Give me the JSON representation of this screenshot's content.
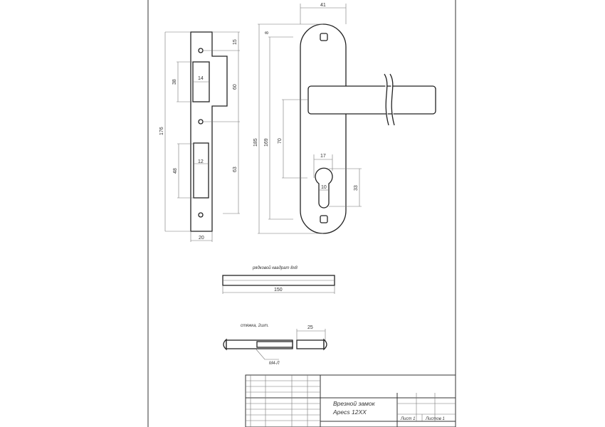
{
  "strike_plate": {
    "dims": {
      "total_height": "176",
      "width": "20",
      "top_offset": "15",
      "hole_spacing_upper": "60",
      "hole_spacing_lower": "63",
      "upper_window_height": "38",
      "upper_window_width": "14",
      "lower_window_height": "48",
      "lower_window_width": "12"
    }
  },
  "handle": {
    "dims": {
      "width": "41",
      "top_offset": "8",
      "total_height": "185",
      "hole_spacing": "169",
      "handle_to_cylinder": "70",
      "cylinder_width": "17",
      "slot_width": "10",
      "cylinder_height": "33"
    }
  },
  "square_bar": {
    "label": "рядковой квадрат 8х8",
    "length": "150"
  },
  "screw": {
    "label": "стяжка, 2шт.",
    "length": "25",
    "thread": "М4-Л"
  },
  "title_block": {
    "title_line1": "Врезной замок",
    "title_line2": "Apecs 12XX",
    "sheet": "Лист 1",
    "sheets": "Листов 1"
  }
}
